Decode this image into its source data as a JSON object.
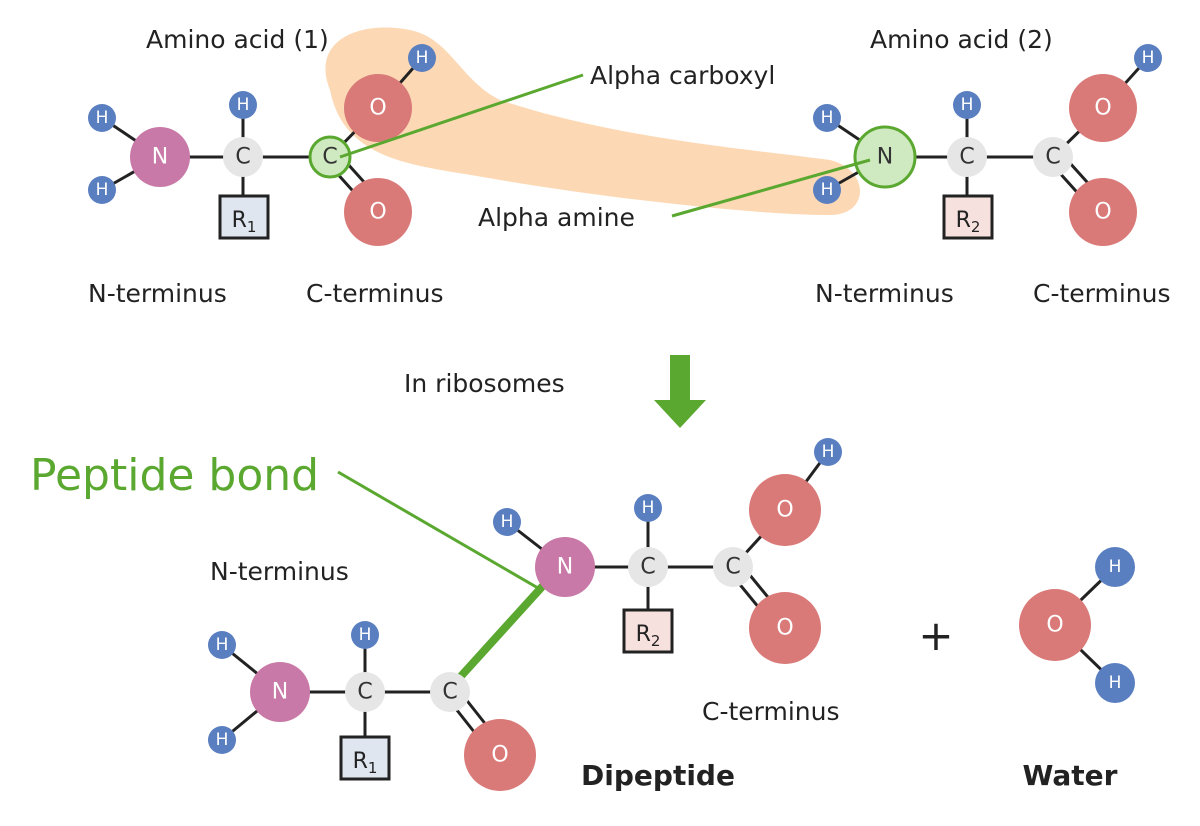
{
  "colors": {
    "nitrogen": "#c879a7",
    "oxygen": "#d97a78",
    "hydrogen": "#5a7fc0",
    "carbon": "#e6e6e6",
    "highlight_fill": "#cfeac0",
    "highlight_stroke": "#5aa830",
    "accent_green": "#5aa830",
    "blob": "#fcd9b4",
    "r1_fill": "#dfe6f0",
    "r2_fill": "#f7e1df"
  },
  "atoms": {
    "N": "N",
    "C": "C",
    "O": "O",
    "H": "H"
  },
  "r_groups": {
    "r1_base": "R",
    "r1_sub": "1",
    "r2_base": "R",
    "r2_sub": "2"
  },
  "amino_acid_1": {
    "title": "Amino acid (1)",
    "n_label": "N-terminus",
    "c_label": "C-terminus"
  },
  "amino_acid_2": {
    "title": "Amino acid (2)",
    "n_label": "N-terminus",
    "c_label": "C-terminus"
  },
  "annotations": {
    "alpha_carboxyl": "Alpha carboxyl",
    "alpha_amine": "Alpha amine",
    "ribosomes": "In ribosomes",
    "peptide_bond": "Peptide bond"
  },
  "products": {
    "dipeptide_n_label": "N-terminus",
    "dipeptide_c_label": "C-terminus",
    "dipeptide": "Dipeptide",
    "plus": "+",
    "water": "Water"
  }
}
